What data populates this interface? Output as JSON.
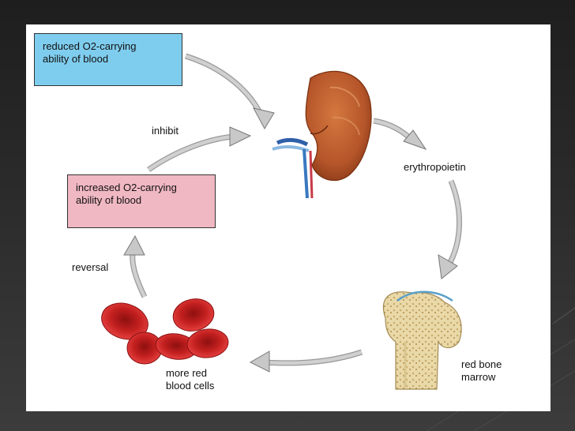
{
  "boxes": {
    "reduced_line1": "reduced O2-carrying",
    "reduced_line2": "ability of blood",
    "increased_line1": "increased O2-carrying",
    "increased_line2": "ability of blood"
  },
  "labels": {
    "inhibit": "inhibit",
    "erythropoietin": "erythropoietin",
    "red_bone_marrow_line1": "red bone",
    "red_bone_marrow_line2": "marrow",
    "more_red_cells_line1": "more red",
    "more_red_cells_line2": "blood cells",
    "reversal": "reversal"
  },
  "colors": {
    "reduced_box": "#7fcdee",
    "increased_box": "#f0b8c3",
    "arrow": "#c8c8c8",
    "kidney": "#b5552a",
    "blood_cell": "#d42b2b",
    "bone": "#ead9a8"
  }
}
